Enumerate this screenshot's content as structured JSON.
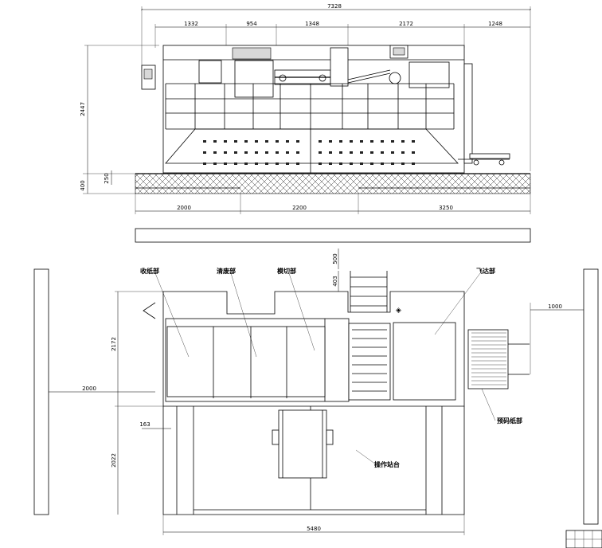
{
  "elevation": {
    "overall_length": "7328",
    "top_dims": [
      "1332",
      "954",
      "1348",
      "2172",
      "1248"
    ],
    "height": "2447",
    "pit_depth": "400",
    "pit_step": "250",
    "base_dims": [
      "2000",
      "2200",
      "3250"
    ]
  },
  "plan": {
    "top_offset": "500",
    "stair_depth": "403",
    "feeder_depth": "2172",
    "left_clearance": "2000",
    "right_clearance": "1000",
    "step_offset": "163",
    "platform_depth": "2022",
    "overall_width": "5480",
    "labels": {
      "delivery": "收纸部",
      "stripping": "清废部",
      "die_cutting": "模切部",
      "feeder": "飞达部",
      "pre_pile": "预码纸部",
      "operator_platform": "操作站台"
    }
  }
}
